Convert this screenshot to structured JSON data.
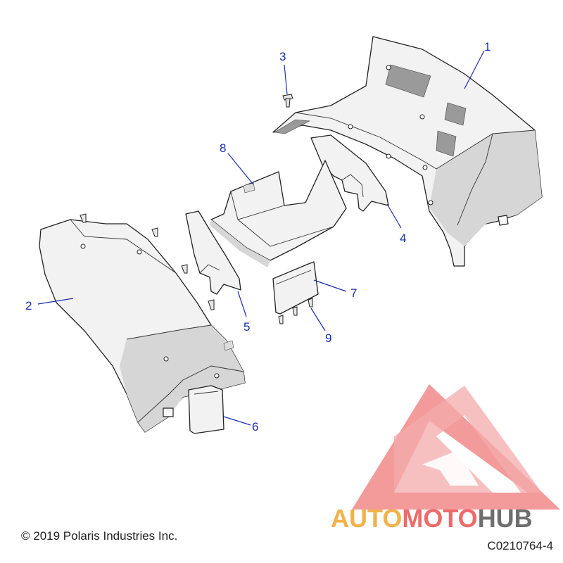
{
  "diagram": {
    "callouts": [
      {
        "id": "1",
        "label": "1"
      },
      {
        "id": "2",
        "label": "2"
      },
      {
        "id": "3",
        "label": "3"
      },
      {
        "id": "4",
        "label": "4"
      },
      {
        "id": "5",
        "label": "5"
      },
      {
        "id": "6",
        "label": "6"
      },
      {
        "id": "7",
        "label": "7"
      },
      {
        "id": "8",
        "label": "8"
      },
      {
        "id": "9",
        "label": "9"
      }
    ],
    "callout_color": "#1a2fb0"
  },
  "footer": {
    "copyright": "© 2019 Polaris Industries Inc.",
    "drawing_number": "C0210764-4"
  },
  "watermark": {
    "part1": "AUTO",
    "part2": "MOTO",
    "part3": "HUB",
    "colors": {
      "auto": "#f2b24a",
      "moto": "#ee6a6a",
      "hub": "#6e6e6e",
      "logo_mark": "#ef7b7b"
    }
  }
}
